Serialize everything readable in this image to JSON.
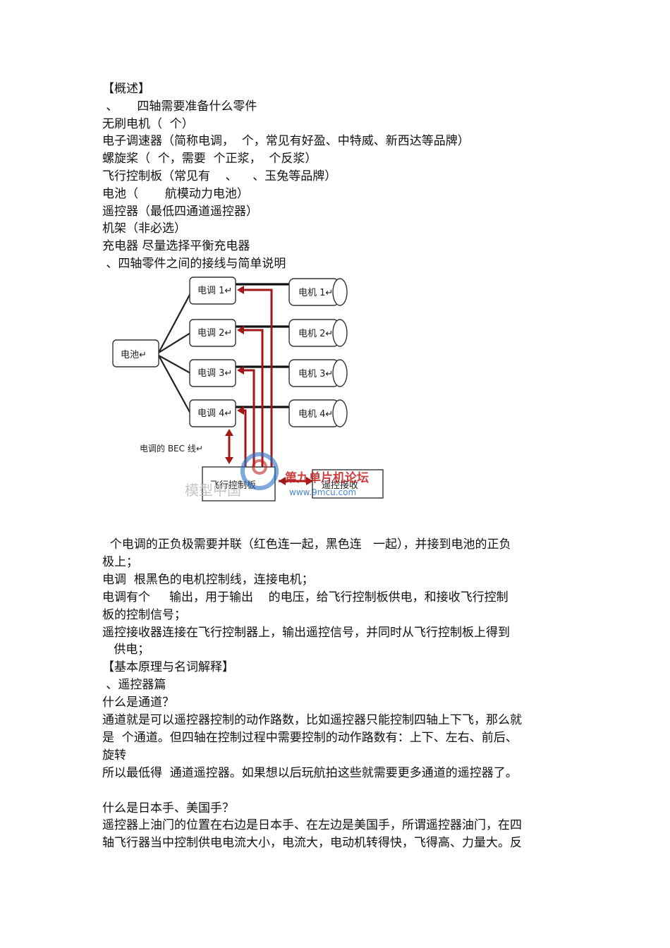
{
  "document": {
    "lines_top": [
      "【概述】",
      " 、     四轴需要准备什么零件",
      "无刷电机（  个）",
      "电子调速器（简称电调，  个，常见有好盈、中特威、新西达等品牌）",
      "螺旋桨（  个，需要  个正浆，  个反浆）",
      "飞行控制板（常见有    、    、玉兔等品牌）",
      "电池（       航模动力电池）",
      "遥控器（最低四通道遥控器）",
      "机架（非必选）",
      "充电器 尽量选择平衡充电器",
      " 、四轴零件之间的接线与简单说明"
    ],
    "lines_bottom": [
      "  个电调的正负极需要并联（红色连一起，黑色连   一起），并接到电池的正负",
      "极上；",
      "电调  根黑色的电机控制线，连接电机；",
      "电调有个     输出，用于输出    的电压，给飞行控制板供电，和接收飞行控制",
      "板的控制信号；",
      "遥控接收器连接在飞行控制器上，输出遥控信号，并同时从飞行控制板上得到",
      "   供电；",
      "【基本原理与名词解释】",
      " 、遥控器篇",
      "什么是通道？",
      "通道就是可以遥控器控制的动作路数，比如遥控器只能控制四轴上下飞，那么就",
      "是  个通道。但四轴在控制过程中需要控制的动作路数有：上下、左右、前后、",
      "旋转",
      "所以最低得  通道遥控器。如果想以后玩航拍这些就需要更多通道的遥控器了。",
      "",
      "什么是日本手、美国手？",
      "遥控器上油门的位置在右边是日本手、在左边是美国手，所谓遥控器油门，在四",
      "轴飞行器当中控制供电电流大小，电流大，电动机转得快，飞得高、力量大。反"
    ]
  },
  "diagram": {
    "battery": "电池↵",
    "escs": [
      "电调 1↵",
      "电调 2↵",
      "电调 3↵",
      "电调 4↵"
    ],
    "motors": [
      "电机 1↵",
      "电机 2↵",
      "电机 3↵",
      "电机 4↵"
    ],
    "bec_label": "电调的 BEC 线↵",
    "flight_controller": "飞行控制板",
    "receiver": "遥控接收",
    "watermark_red": "第九单片机论坛",
    "watermark_url": "www.9mcu.com",
    "watermark_gray": "模型中国"
  },
  "colors": {
    "red": "#a01818",
    "black": "#111111"
  }
}
